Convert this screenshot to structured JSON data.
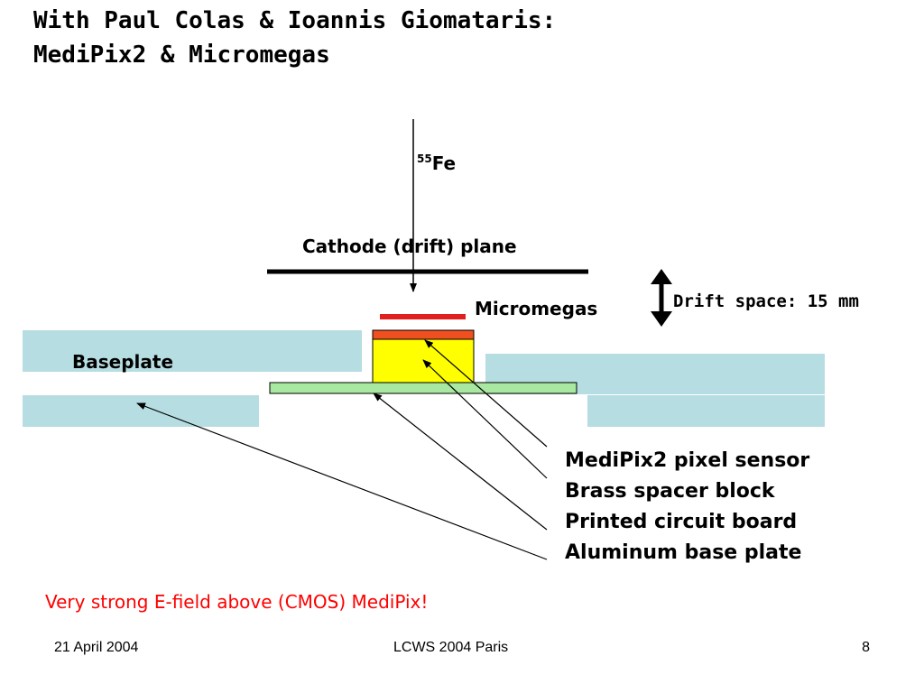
{
  "title": {
    "line1": "With Paul Colas & Ioannis Giomataris:",
    "line2": "MediPix2 & Micromegas"
  },
  "diagram": {
    "source_mass": "55",
    "source_element": "Fe",
    "cathode_label": "Cathode (drift) plane",
    "micromegas_label": "Micromegas",
    "drift_space_label": "Drift space: 15 mm",
    "baseplate_label": "Baseplate",
    "legend": [
      "MediPix2 pixel sensor",
      "Brass spacer block",
      "Printed circuit board",
      "Aluminum base plate"
    ],
    "colors": {
      "baseplate": "#b6dde2",
      "pcb": "#a8e8a0",
      "spacer": "#ffff00",
      "sensor": "#f05020",
      "micromegas_mesh": "#e02020",
      "note": "#ff0000"
    }
  },
  "note": "Very strong E-field above (CMOS) MediPix!",
  "footer": {
    "date": "21 April 2004",
    "event": "LCWS 2004 Paris",
    "page": "8"
  }
}
